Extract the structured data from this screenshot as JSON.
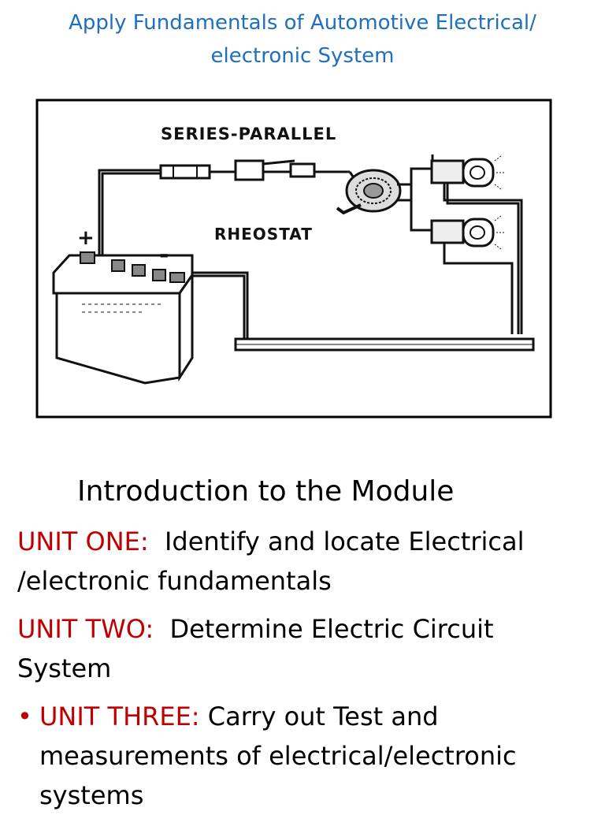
{
  "header": {
    "title_line1": "Apply Fundamentals of Automotive Electrical/",
    "title_line2": "electronic System"
  },
  "diagram": {
    "title": "SERIES-PARALLEL",
    "rheostat_label": "RHEOSTAT",
    "plus_sign": "+",
    "minus_sign": "-"
  },
  "content": {
    "intro": "Introduction to the Module",
    "units": [
      {
        "label": "UNIT ONE:",
        "text": "Identify and locate Electrical /electronic fundamentals"
      },
      {
        "label": "UNIT TWO:",
        "text": "Determine Electric Circuit System"
      },
      {
        "label": "UNIT THREE:",
        "text": "Carry out Test and measurements of electrical/electronic systems"
      }
    ],
    "bullet": "•"
  },
  "colors": {
    "title": "#1f6fbf",
    "unit_label": "#c00000",
    "body_text": "#000000"
  }
}
